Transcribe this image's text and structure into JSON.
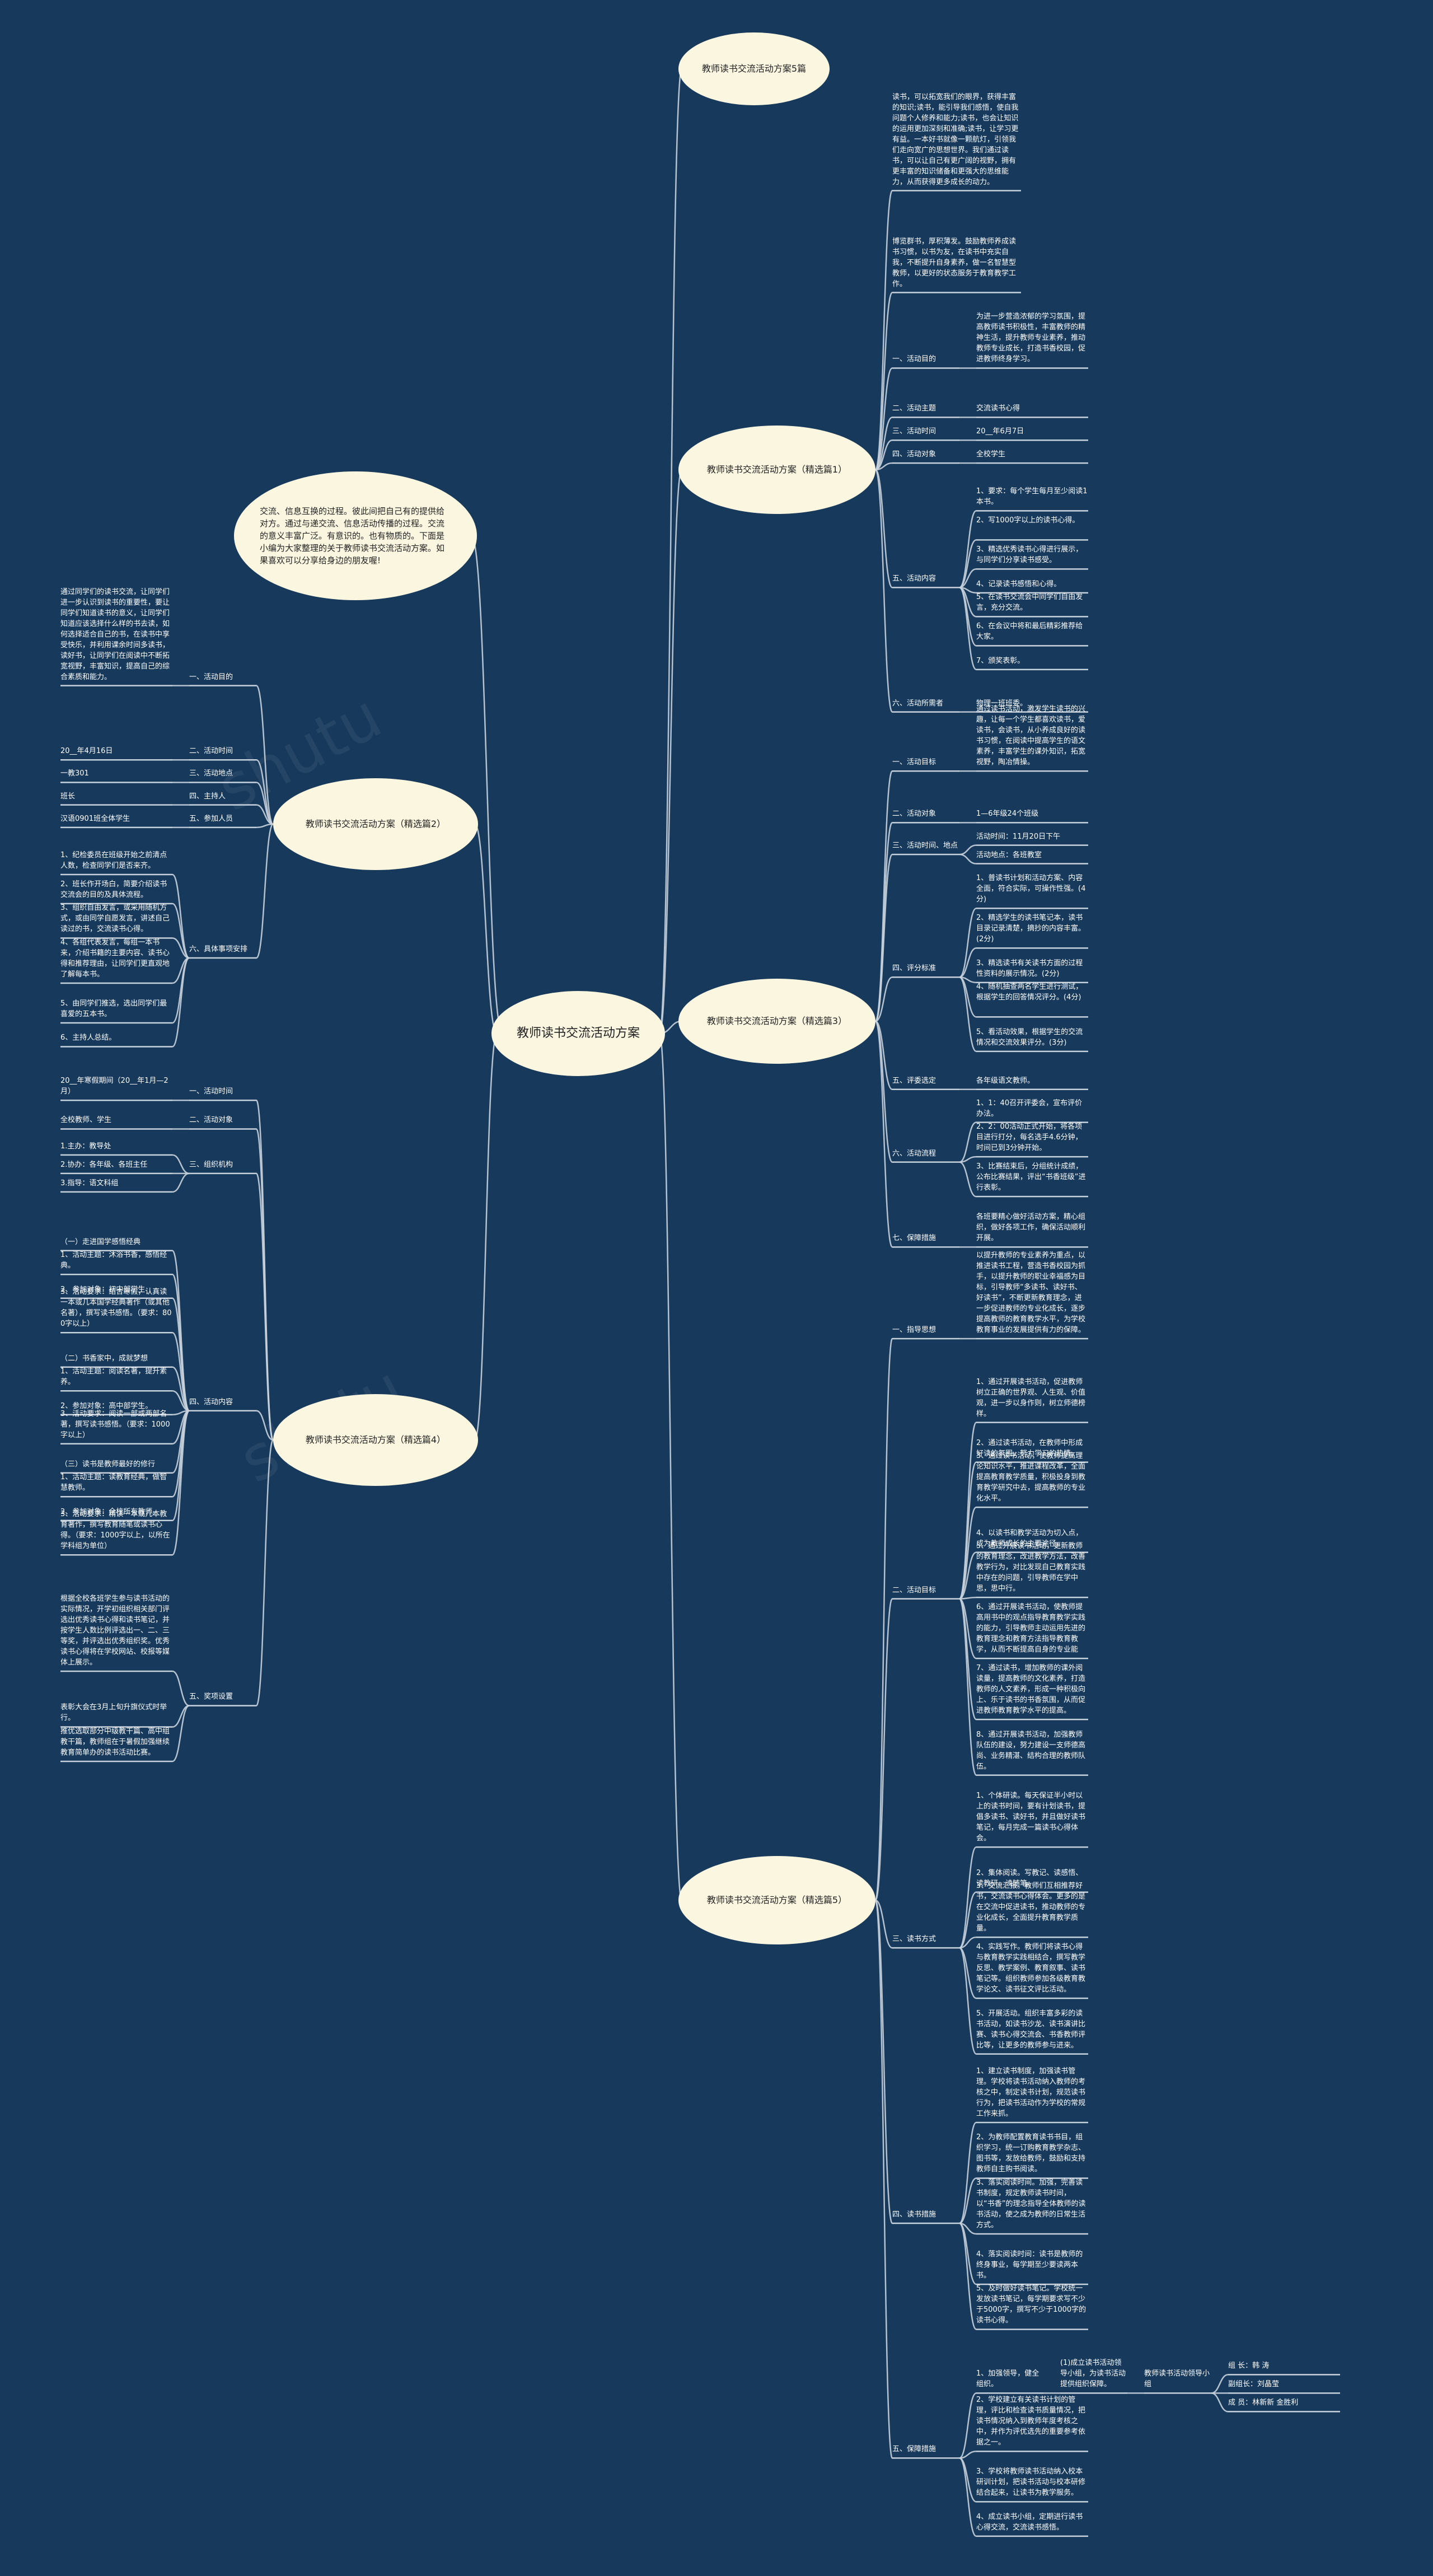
{
  "root": "教师读书交流活动方案",
  "intro": "交流、信息互换的过程。彼此间把自己有的提供给对方。通过与递交流、信息活动传播的过程。交流的意义丰富广泛。有意识的。也有物质的。下面是小编为大家整理的关于教师读书交流活动方案。如果喜欢可以分享给身边的朋友喔!",
  "watermark": "shutu",
  "branches": [
    {
      "label": "教师读书交流活动方案5篇",
      "children": []
    },
    {
      "label": "教师读书交流活动方案（精选篇1）",
      "children": [
        {
          "label": "读书，可以拓宽我们的眼界，获得丰富的知识;读书，能引导我们感悟，使自我问题个人修养和能力;读书，也会让知识的运用更加深刻和准确;读书，让学习更有益。一本好书就像一颗航灯，引领我们走向宽广的思想世界。我们通过读书，可以让自己有更广阔的视野，拥有更丰富的知识储备和更强大的思维能力，从而获得更多成长的动力。"
        },
        {
          "label": "博览群书，厚积薄发。鼓励教师养成读书习惯，以书为友，在读书中充实自我，不断提升自身素养，做一名智慧型教师，以更好的状态服务于教育教学工作。"
        },
        {
          "label": "一、活动目的",
          "children": [
            {
              "label": "为进一步营造浓郁的学习氛围，提高教师读书积极性，丰富教师的精神生活，提升教师专业素养，推动教师专业成长，打造书香校园，促进教师终身学习。"
            }
          ]
        },
        {
          "label": "二、活动主题",
          "children": [
            {
              "label": "交流读书心得"
            }
          ]
        },
        {
          "label": "三、活动时间",
          "children": [
            {
              "label": "20__年6月7日"
            }
          ]
        },
        {
          "label": "四、活动对象",
          "children": [
            {
              "label": "全校学生"
            }
          ]
        },
        {
          "label": "五、活动内容",
          "children": [
            {
              "label": "1、要求：每个学生每月至少阅读1本书。"
            },
            {
              "label": "2、写1000字以上的读书心得。"
            },
            {
              "label": "3、精选优秀读书心得进行展示，与同学们分享读书感受。"
            },
            {
              "label": "4、记录读书感悟和心得。"
            },
            {
              "label": "5、在读书交流会中同学们自由发言，充分交流。"
            },
            {
              "label": "6、在会议中将和最后精彩推荐给大家。"
            },
            {
              "label": "7、颁奖表彰。"
            }
          ]
        },
        {
          "label": "六、活动所需者",
          "children": [
            {
              "label": "物理一班班委。"
            }
          ]
        }
      ]
    },
    {
      "label": "教师读书交流活动方案（精选篇2）",
      "children": [
        {
          "label": "一、活动目的",
          "children": [
            {
              "label": "通过同学们的读书交流，让同学们进一步认识到读书的重要性，要让同学们知道读书的意义，让同学们知道应该选择什么样的书去读，如何选择适合自己的书，在读书中享受快乐，并利用课余时间多读书，读好书，让同学们在阅读中不断拓宽视野，丰富知识，提高自己的综合素质和能力。"
            }
          ]
        },
        {
          "label": "二、活动时间",
          "children": [
            {
              "label": "20__年4月16日"
            }
          ]
        },
        {
          "label": "三、活动地点",
          "children": [
            {
              "label": "一教301"
            }
          ]
        },
        {
          "label": "四、主持人",
          "children": [
            {
              "label": "班长"
            }
          ]
        },
        {
          "label": "五、参加人员",
          "children": [
            {
              "label": "汉语0901班全体学生"
            }
          ]
        },
        {
          "label": "六、具体事项安排",
          "children": [
            {
              "label": "1、纪检委员在班级开始之前清点人数，检查同学们是否来齐。"
            },
            {
              "label": "2、班长作开场白，简要介绍读书交流会的目的及具体流程。"
            },
            {
              "label": "3、组织自由发言，或采用随机方式，或由同学自愿发言，讲述自己读过的书，交流读书心得。"
            },
            {
              "label": "4、各组代表发言，每组一本书来，介绍书籍的主要内容、读书心得和推荐理由，让同学们更直观地了解每本书。"
            },
            {
              "label": "5、由同学们推选，选出同学们最喜爱的五本书。"
            },
            {
              "label": "6、主持人总结。"
            }
          ]
        }
      ]
    },
    {
      "label": "教师读书交流活动方案（精选篇3）",
      "children": [
        {
          "label": "一、活动目标",
          "children": [
            {
              "label": "通过读书活动，激发学生读书的兴趣，让每一个学生都喜欢读书，爱读书，会读书，从小养成良好的读书习惯，在阅读中提高学生的语文素养，丰富学生的课外知识，拓宽视野，陶冶情操。"
            }
          ]
        },
        {
          "label": "二、活动对象",
          "children": [
            {
              "label": "1—6年级24个班级"
            }
          ]
        },
        {
          "label": "三、活动时间、地点",
          "children": [
            {
              "label": "活动时间：11月20日下午"
            },
            {
              "label": "活动地点：各班教室"
            }
          ]
        },
        {
          "label": "四、评分标准",
          "children": [
            {
              "label": "1、普读书计划和活动方案、内容全面，符合实际，可操作性强。(4分)"
            },
            {
              "label": "2、精选学生的读书笔记本，读书目录记录清楚，摘抄的内容丰富。(2分)"
            },
            {
              "label": "3、精选读书有关读书方面的过程性资料的展示情况。(2分)"
            },
            {
              "label": "4、随机抽查两名学生进行测试，根据学生的回答情况评分。(4分)"
            },
            {
              "label": "5、看活动效果，根据学生的交流情况和交流效果评分。(3分)"
            }
          ]
        },
        {
          "label": "五、评委选定",
          "children": [
            {
              "label": "各年级语文教师。"
            }
          ]
        },
        {
          "label": "六、活动流程",
          "children": [
            {
              "label": "1、1：40召开评委会，宣布评价办法。"
            },
            {
              "label": "2、2：00活动正式开始，将各项目进行打分，每名选手4.6分钟，时间已到3分钟开始。"
            },
            {
              "label": "3、比赛结束后，分组统计成绩，公布比赛结果，评出“书香班级”进行表彰。"
            }
          ]
        },
        {
          "label": "七、保障措施",
          "children": [
            {
              "label": "各班要精心做好活动方案，精心组织，做好各项工作，确保活动顺利开展。"
            }
          ]
        }
      ]
    },
    {
      "label": "教师读书交流活动方案（精选篇4）",
      "children": [
        {
          "label": "一、活动时间",
          "children": [
            {
              "label": "20__年寒假期间（20__年1月—2月）"
            }
          ]
        },
        {
          "label": "二、活动对象",
          "children": [
            {
              "label": "全校教师、学生"
            }
          ]
        },
        {
          "label": "三、组织机构",
          "children": [
            {
              "label": "1.主办：教导处"
            },
            {
              "label": "2.协办：各年级、各班主任"
            },
            {
              "label": "3.指导：语文科组"
            }
          ]
        },
        {
          "label": "四、活动内容",
          "children": [
            {
              "label": "（一）走进国学感悟经典"
            },
            {
              "label": "1、活动主题：沐浴书香，感悟经典。"
            },
            {
              "label": "2、参加对象：初中部学生"
            },
            {
              "label": "3、活动要求：结合寒假，认真读一本或几本国学经典著作（或其他名著），撰写读书感悟。（要求：800字以上）"
            },
            {
              "label": "（二）书香家中，成就梦想"
            },
            {
              "label": "1、活动主题：阅读名著，提升素养。"
            },
            {
              "label": "2、参加对象：高中部学生。"
            },
            {
              "label": "3、活动要求：阅读一部或两部名著，撰写读书感悟。（要求：1000字以上）"
            },
            {
              "label": "（三）读书是教师最好的修行"
            },
            {
              "label": "1、活动主题：读教育经典，做智慧教师。"
            },
            {
              "label": "2、参加对象：全校所有教师。"
            },
            {
              "label": "3、活动要求：精读一本或几本教育著作，撰写教育随笔或读书心得。（要求：1000字以上，以所在学科组为单位）"
            }
          ]
        },
        {
          "label": "五、奖项设置",
          "children": [
            {
              "label": "根据全校各班学生参与读书活动的实际情况，开学初组织相关部门评选出优秀读书心得和读书笔记，并按学生人数比例评选出一、二、三等奖，并评选出优秀组织奖。优秀读书心得将在学校网站、校报等媒体上展示。"
            },
            {
              "label": "表彰大会在3月上旬升旗仪式时举行。"
            },
            {
              "label": "推优选取部分中级教干篇、高中组教干篇，教师组在于暑假加强继续教育简单办的读书活动比赛。"
            }
          ]
        }
      ]
    },
    {
      "label": "教师读书交流活动方案（精选篇5）",
      "children": [
        {
          "label": "一、指导思想",
          "children": [
            {
              "label": "以提升教师的专业素养为重点，以推进读书工程，营造书香校园为抓手，以提升教师的职业幸福感为目标，引导教师“多读书、读好书、好读书”，不断更新教育理念，进一步促进教师的专业化成长，逐步提高教师的教育教学水平，为学校教育事业的发展提供有力的保障。"
            }
          ]
        },
        {
          "label": "二、活动目标",
          "children": [
            {
              "label": "1、通过开展读书活动，促进教师树立正确的世界观、人生观、价值观，进一步以身作则，树立师德榜样。"
            },
            {
              "label": "2、通过读书活动，在教师中形成好读的氛围，努力学习的热情。"
            },
            {
              "label": "3、通过读书活动，使教师提高理论知识水平，推进课程改革，全面提高教育教学质量，积极投身到教育教学研究中去，提高教师的专业化水平。"
            },
            {
              "label": "4、以读书和教学活动为切入点，成为教师成长的主要途径。"
            },
            {
              "label": "5、通过开展读书活动，更新教师的教育理念，改进教学方法，改善教学行为，对比发现自己教育实践中存在的问题，引导教师在学中思，思中行。"
            },
            {
              "label": "6、通过开展读书活动，使教师提高用书中的观点指导教育教学实践的能力，引导教师主动运用先进的教育理念和教育方法指导教育教学，从而不断提高自身的专业能力。"
            },
            {
              "label": "7、通过读书，增加教师的课外阅读量，提高教师的文化素养，打造教师的人文素养，形成一种积极向上、乐于读书的书香氛围，从而促进教师教育教学水平的提高。"
            },
            {
              "label": "8、通过开展读书活动，加强教师队伍的建设，努力建设一支师德高尚、业务精湛、结构合理的教师队伍。"
            }
          ]
        },
        {
          "label": "三、读书方式",
          "children": [
            {
              "label": "1、个体研读。每天保证半小时以上的读书时间，要有计划读书，提倡多读书、读好书，并且做好读书笔记，每月完成一篇读书心得体会。"
            },
            {
              "label": "2、集体阅读。写教记、读感悟、读教研、读随笔。"
            },
            {
              "label": "3、交流汇报。教师们互相推荐好书，交流读书心得体会。更多的是在交流中促进读书，推动教师的专业化成长，全面提升教育教学质量。"
            },
            {
              "label": "4、实践写作。教师们将读书心得与教育教学实践相结合，撰写教学反思、教学案例、教育叙事、读书笔记等。组织教师参加各级教育教学论文、读书征文评比活动。"
            },
            {
              "label": "5、开展活动。组织丰富多彩的读书活动，如读书沙龙、读书演讲比赛、读书心得交流会、书香教师评比等，让更多的教师参与进来。"
            }
          ]
        },
        {
          "label": "四、读书措施",
          "children": [
            {
              "label": "1、建立读书制度，加强读书管理。学校将读书活动纳入教师的考核之中，制定读书计划，规范读书行为，把读书活动作为学校的常规工作来抓。"
            },
            {
              "label": "2、为教师配置教育读书书目，组织学习，统一订购教育教学杂志、图书等，发放给教师，鼓励和支持教师自主购书阅读。"
            },
            {
              "label": "3、落实阅读时间。加强，完善读书制度，规定教师读书时间，以“书香”的理念指导全体教师的读书活动，使之成为教师的日常生活方式。"
            },
            {
              "label": "4、落实阅读时间：读书是教师的终身事业，每学期至少要读两本书。"
            },
            {
              "label": "5、及时做好读书笔记。学校统一发放读书笔记，每学期要求写不少于5000字，撰写不少于1000字的读书心得。"
            }
          ]
        },
        {
          "label": "五、保障措施",
          "children": [
            {
              "label": "1、加强领导，健全组织。",
              "children": [
                {
                  "label": "(1)成立读书活动领导小组，为读书活动提供组织保障。",
                  "children": [
                    {
                      "label": "教师读书活动领导小组",
                      "children": [
                        {
                          "label": "组 长：韩 涛"
                        },
                        {
                          "label": "副组长：刘晶莹"
                        },
                        {
                          "label": "成 员：林新新 金胜利"
                        }
                      ]
                    }
                  ]
                }
              ]
            },
            {
              "label": "2、学校建立有关读书计划的管理，评比和检查读书质量情况，把读书情况纳入到教师年度考核之中，并作为评优选先的重要参考依据之一。"
            },
            {
              "label": "3、学校将教师读书活动纳入校本研训计划，把读书活动与校本研修结合起来，让读书为教学服务。"
            },
            {
              "label": "4、成立读书小组，定期进行读书心得交流，交流读书感悟。"
            }
          ]
        }
      ]
    }
  ]
}
